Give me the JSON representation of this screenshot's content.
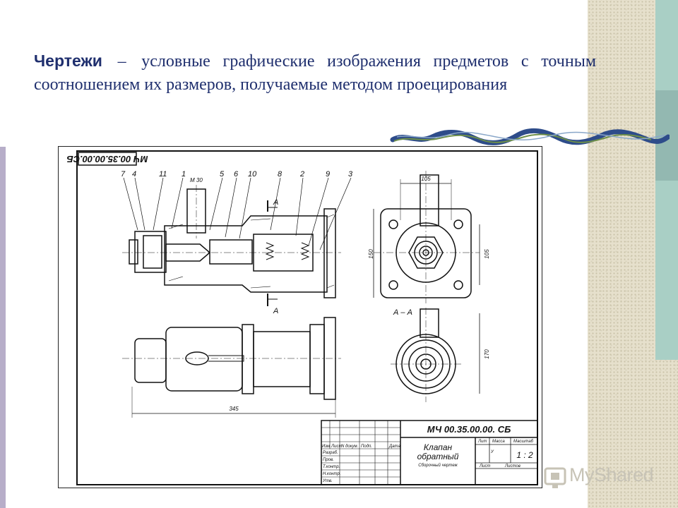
{
  "heading": {
    "lead": "Чертежи",
    "dash": "–",
    "rest": "условные графические изображения предметов с точным соотношением их размеров, получаемые методом проецирования"
  },
  "drawing": {
    "stamp_code": "МЧ 00.35.00.00.СБ",
    "stamp_code_rotated": "МЧ 00.35.00.00.СБ",
    "part_numbers": [
      "7",
      "4",
      "11",
      "1",
      "5",
      "6",
      "10",
      "8",
      "2",
      "9",
      "3"
    ],
    "thread_label": "М 30",
    "section_mark": "А",
    "section_label": "А – А",
    "dimensions": {
      "width_top": "105",
      "height_left": "150",
      "height_right": "105",
      "height_section": "170",
      "overall_length": "345"
    },
    "title_block": {
      "doc_code": "МЧ 00.35.00.00. СБ",
      "name_line1": "Клапан",
      "name_line2": "обратный",
      "doc_type": "Сборочный чертеж",
      "lit_label": "Лит",
      "mass_label": "Масса",
      "scale_label": "Масштаб",
      "lit_value": "У",
      "scale_value": "1 : 2",
      "sheet_label": "Лист",
      "sheets_label": "Листов",
      "columns": [
        "Изм",
        "Лист",
        "N докум.",
        "Подп.",
        "Дата"
      ],
      "rows": [
        "Разраб.",
        "Пров.",
        "Т.контр.",
        "Н.контр.",
        "Утв."
      ]
    }
  },
  "watermark": {
    "text": "MyShared"
  },
  "colors": {
    "heading": "#1f2f6e",
    "teal": "#a9cfc5",
    "texture": "#e6e0cc",
    "left_bar": "#b7aec9"
  }
}
